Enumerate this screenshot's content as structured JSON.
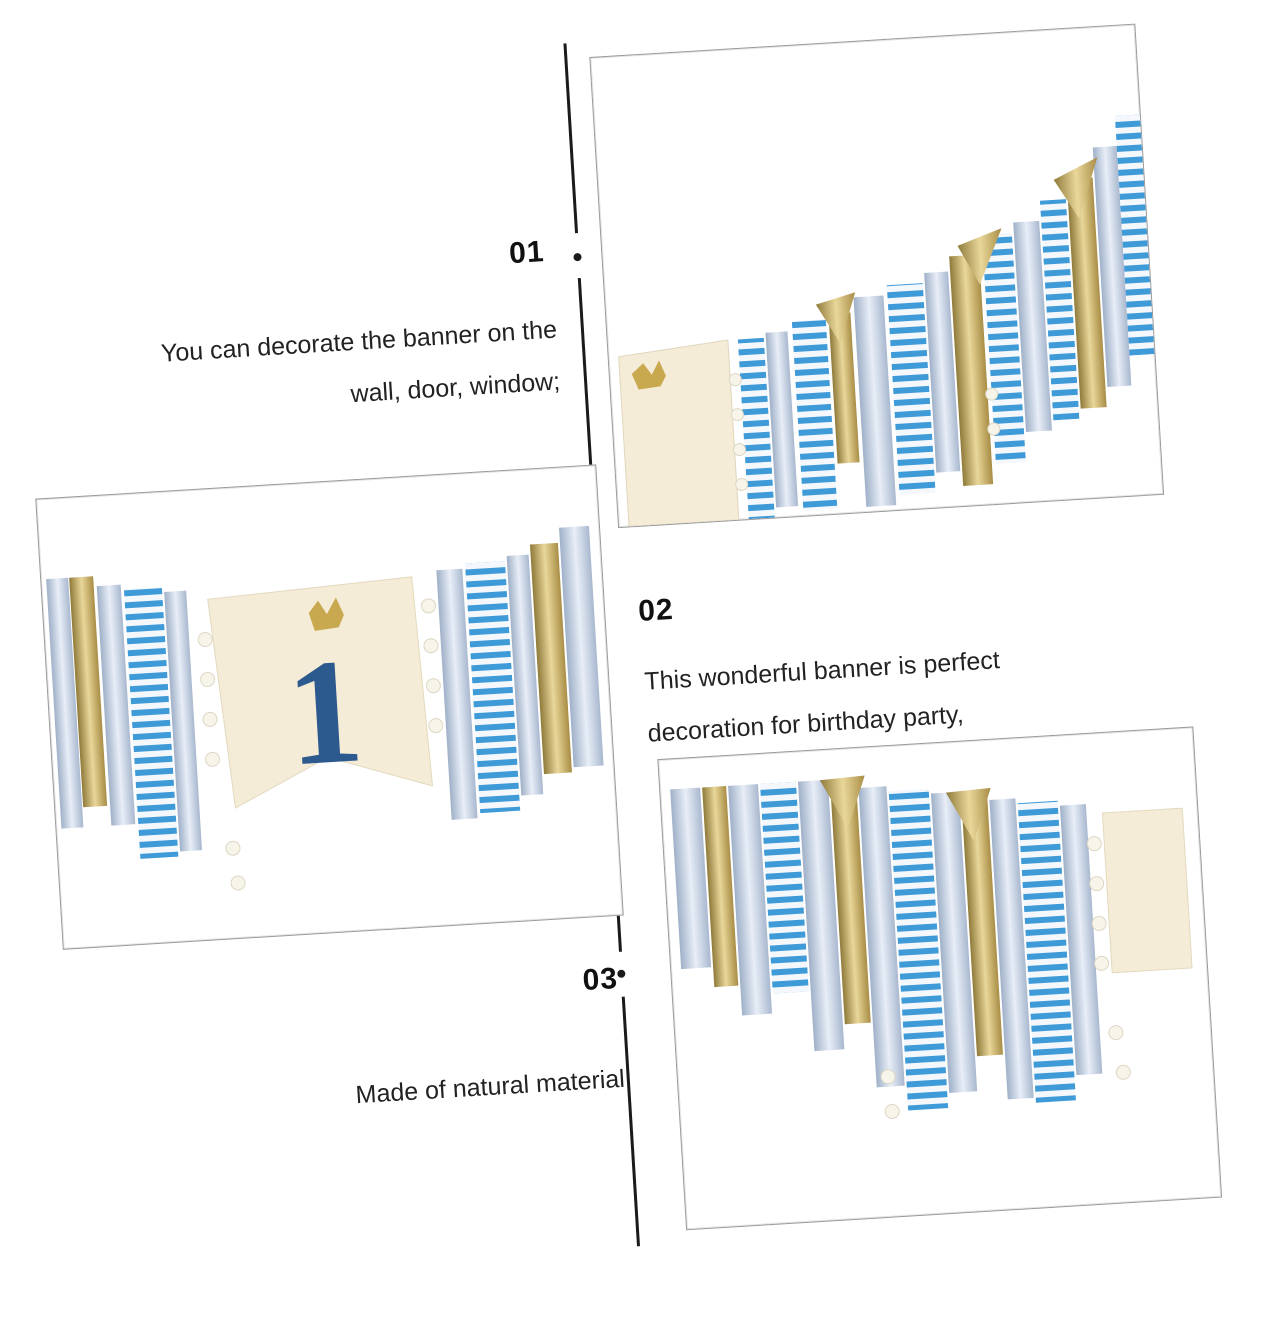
{
  "sections": [
    {
      "number": "01",
      "caption_lines": [
        "You can decorate the banner on the",
        "wall, door, window;"
      ]
    },
    {
      "number": "02",
      "caption_lines": [
        "This wonderful banner is perfect",
        "decoration for birthday party,"
      ]
    },
    {
      "number": "03",
      "caption_lines": [
        "Made of natural material"
      ]
    }
  ],
  "banner_center_label": "1",
  "colors": {
    "stripe_blue": "#3f9ad8",
    "navy": "#2d5a8e",
    "gold": "#c9a94f",
    "light_blue": "#b6c6dc",
    "canvas": "#f4ecd6",
    "pompom": "#f7f4ea"
  }
}
